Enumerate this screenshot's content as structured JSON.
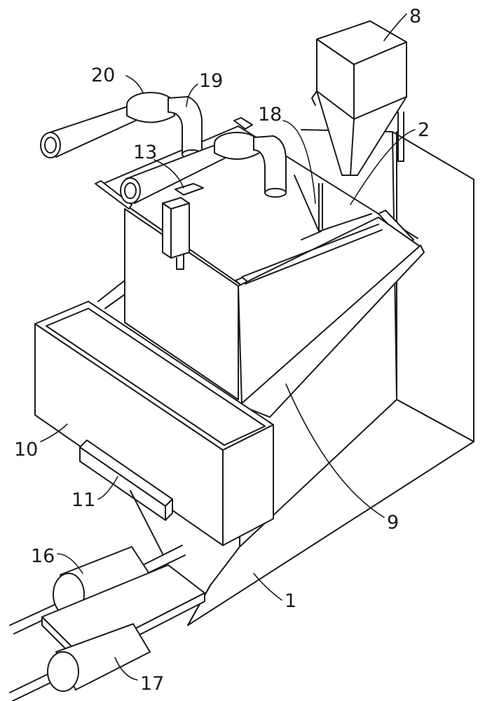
{
  "figure": {
    "labels": [
      {
        "id": "n1",
        "text": "1"
      },
      {
        "id": "n2",
        "text": "2"
      },
      {
        "id": "n8",
        "text": "8"
      },
      {
        "id": "n9",
        "text": "9"
      },
      {
        "id": "n10",
        "text": "10"
      },
      {
        "id": "n11",
        "text": "11"
      },
      {
        "id": "n13",
        "text": "13"
      },
      {
        "id": "n16",
        "text": "16"
      },
      {
        "id": "n17",
        "text": "17"
      },
      {
        "id": "n18",
        "text": "18"
      },
      {
        "id": "n19",
        "text": "19"
      },
      {
        "id": "n20",
        "text": "20"
      }
    ]
  }
}
